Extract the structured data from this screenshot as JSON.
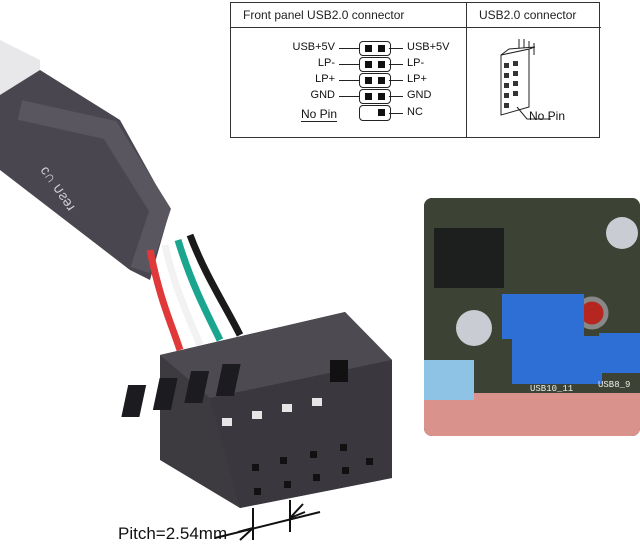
{
  "pinout_table": {
    "header_left": "Front panel USB2.0 connector",
    "header_right": "USB2.0 connector",
    "left_labels": [
      "USB+5V",
      "LP-",
      "LP+",
      "GND"
    ],
    "right_labels": [
      "USB+5V",
      "LP-",
      "LP+",
      "GND",
      "NC"
    ],
    "no_pin_label": "No Pin",
    "connector_no_pin_label": "No Pin"
  },
  "photo": {
    "header_label_1": "USB10_11",
    "header_label_2": "USB8_9"
  },
  "pitch_label": "Pitch=2.54mm",
  "colors": {
    "connector_body": "#3d3a40",
    "header_blue": "#2e6fd6",
    "wire_red": "#e0393a",
    "wire_green": "#1aa58f",
    "wire_white": "#f2f2f2",
    "wire_black": "#1a1a1a"
  }
}
